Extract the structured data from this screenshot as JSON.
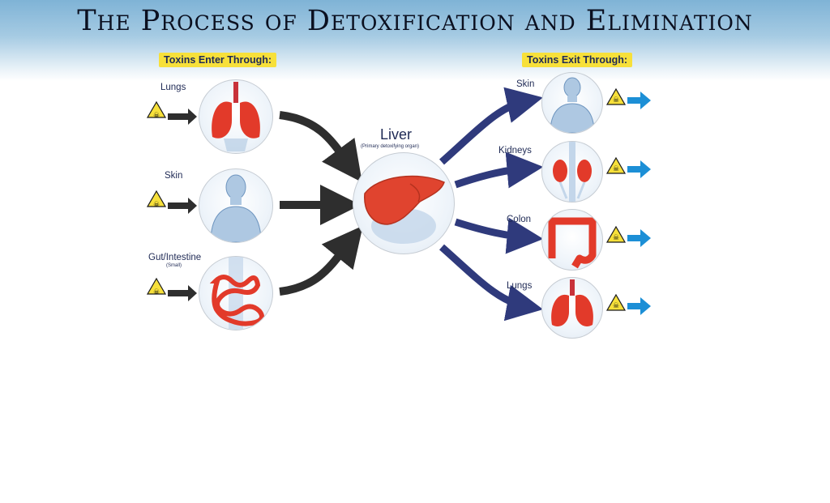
{
  "title": "The Process of Detoxification and Elimination",
  "enter": {
    "heading": "Toxins Enter Through:",
    "items": [
      {
        "label": "Lungs",
        "icon": "lungs-icon"
      },
      {
        "label": "Skin",
        "icon": "human-torso-icon"
      },
      {
        "label": "Gut/Intestine",
        "sublabel": "(Small)",
        "icon": "intestine-icon"
      }
    ]
  },
  "liver": {
    "label": "Liver",
    "sublabel": "(Primary detoxifying organ)",
    "icon": "liver-icon"
  },
  "exit": {
    "heading": "Toxins Exit Through:",
    "items": [
      {
        "label": "Skin",
        "icon": "human-torso-icon"
      },
      {
        "label": "Kidneys",
        "icon": "kidneys-icon"
      },
      {
        "label": "Colon",
        "icon": "colon-icon"
      },
      {
        "label": "Lungs",
        "icon": "lungs-icon"
      }
    ]
  },
  "colors": {
    "organ_red": "#e23a2a",
    "dark_arrow": "#2e2e2e",
    "navy_arrow": "#2f3a7c",
    "blue_arrow": "#1c8fd6",
    "tag_yellow": "#f7e03a"
  }
}
